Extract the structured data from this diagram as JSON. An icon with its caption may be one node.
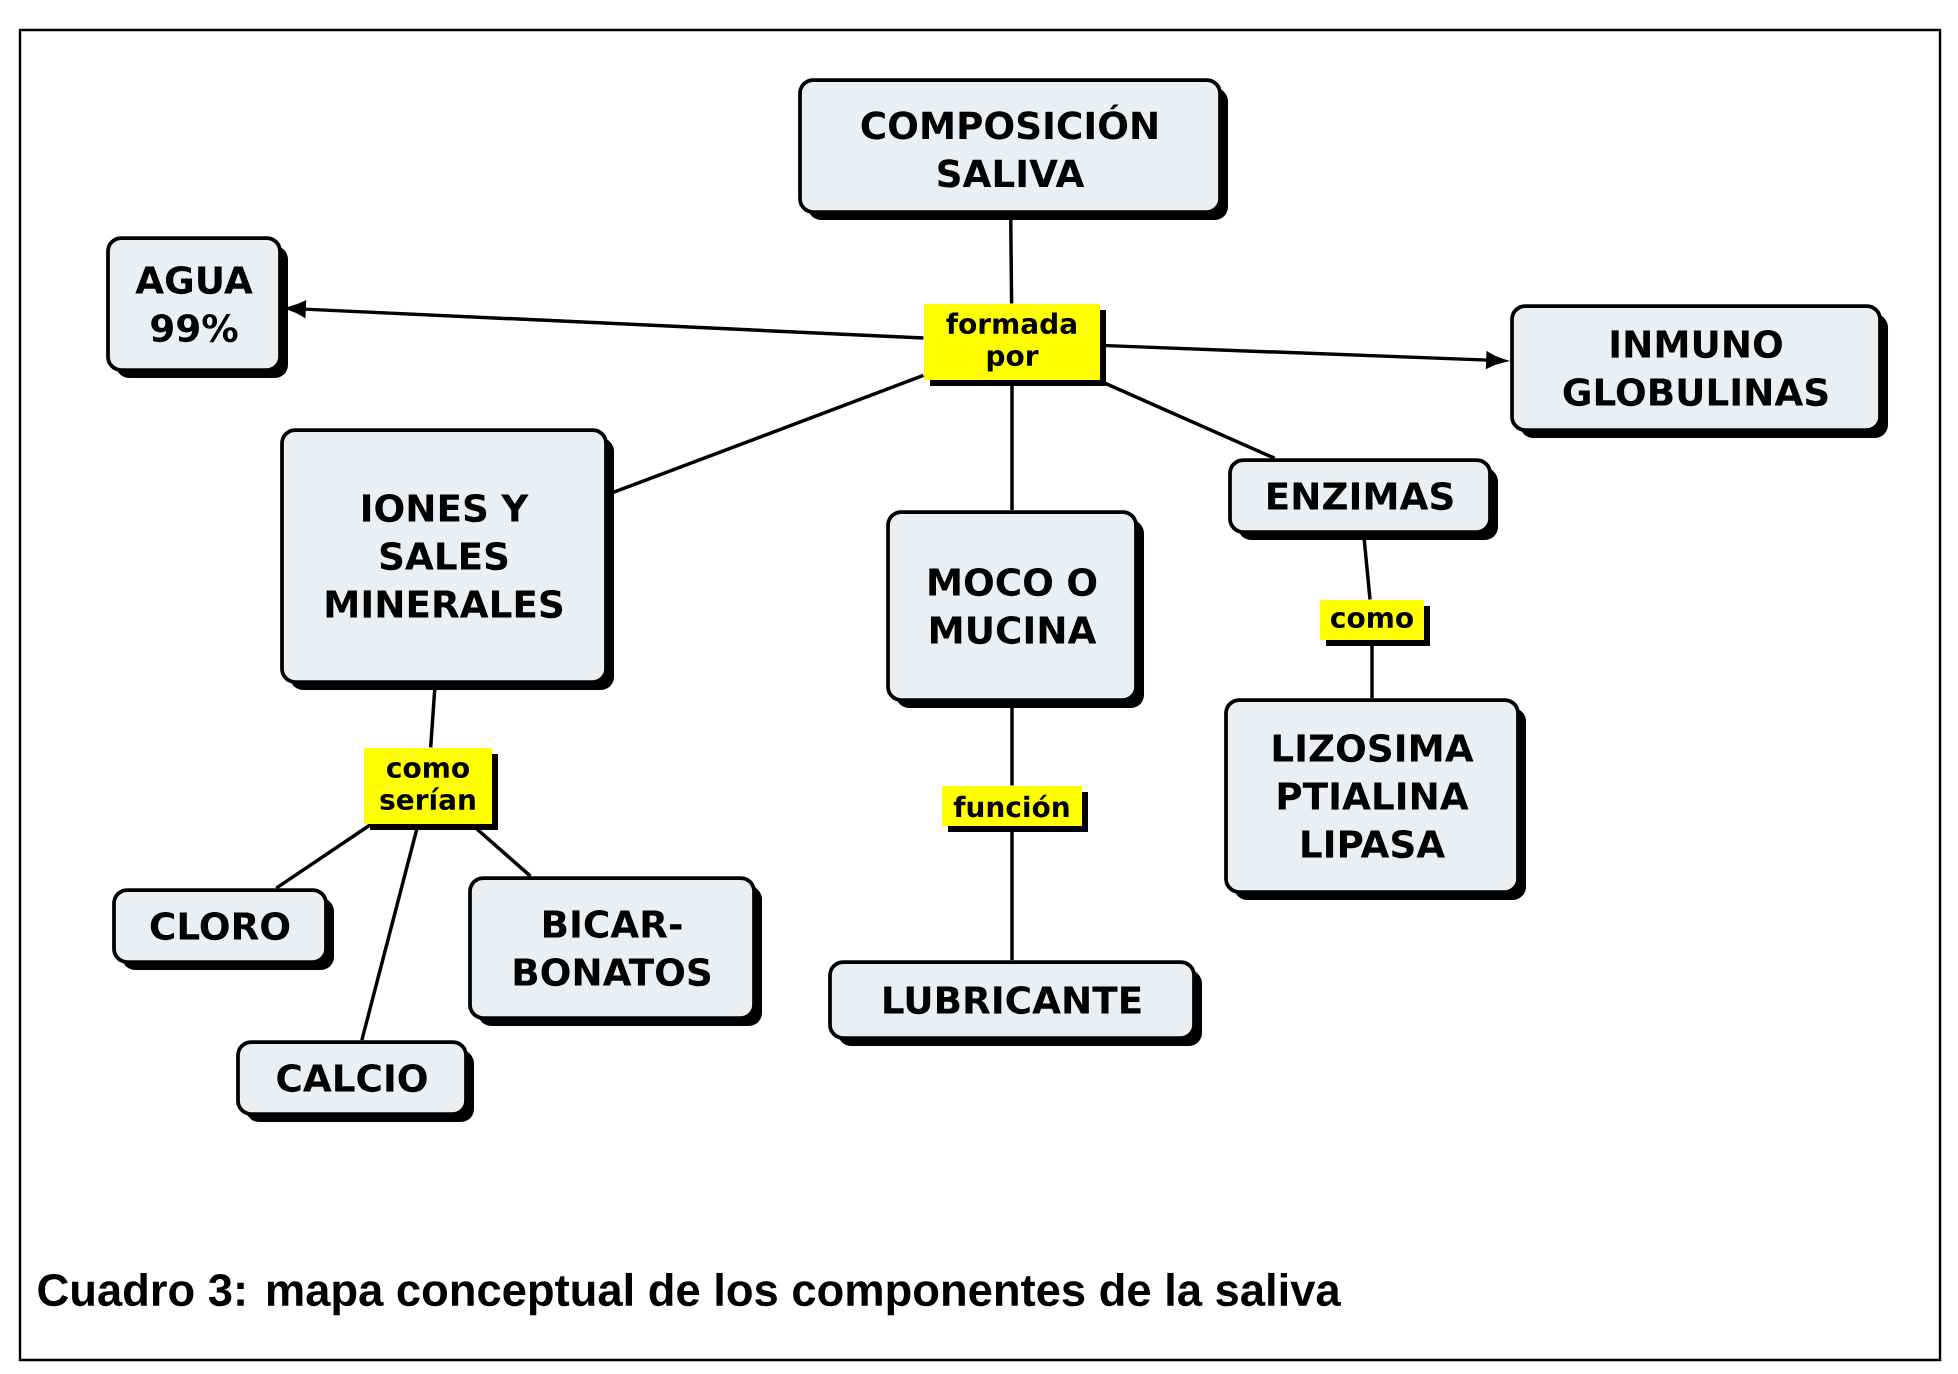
{
  "diagram": {
    "caption": "Cuadro 3: mapa conceptual de los componentes de la saliva",
    "nodes": [
      {
        "text": [
          "COMPOSICIÓN SALIVA"
        ]
      },
      {
        "text": [
          "formada por"
        ]
      },
      {
        "text": [
          "AGUA 99%"
        ]
      },
      {
        "text": [
          "INMUNO GLOBULINAS"
        ]
      },
      {
        "text": [
          "IONES Y SALES MINERALES"
        ]
      },
      {
        "text": [
          "MOCO O MUCINA"
        ]
      },
      {
        "text": [
          "ENZIMAS"
        ]
      },
      {
        "text": [
          "como serían"
        ]
      },
      {
        "text": [
          "como"
        ]
      },
      {
        "text": [
          "función"
        ]
      },
      {
        "text": [
          "CLORO"
        ]
      },
      {
        "text": [
          "BICAR- BONATOS"
        ]
      },
      {
        "text": [
          "CALCIO"
        ]
      },
      {
        "text": [
          "LIZOSIMA PTIALINA LIPASA"
        ]
      },
      {
        "text": [
          "LUBRICANTE"
        ]
      }
    ],
    "edges": [
      {
        "from": 0,
        "to": 1,
        "arrow": "none"
      },
      {
        "from": 1,
        "to": 2,
        "arrow": "to"
      },
      {
        "from": 1,
        "to": 3,
        "arrow": "to"
      },
      {
        "from": 1,
        "to": 4,
        "arrow": "none"
      },
      {
        "from": 1,
        "to": 5,
        "arrow": "none"
      },
      {
        "from": 1,
        "to": 6,
        "arrow": "none"
      },
      {
        "from": 4,
        "to": 7,
        "arrow": "none"
      },
      {
        "from": 7,
        "to": 10,
        "arrow": "none"
      },
      {
        "from": 7,
        "to": 12,
        "arrow": "none"
      },
      {
        "from": 7,
        "to": 11,
        "arrow": "none"
      },
      {
        "from": 6,
        "to": 8,
        "arrow": "none"
      },
      {
        "from": 8,
        "to": 13,
        "arrow": "none"
      },
      {
        "from": 5,
        "to": 9,
        "arrow": "none"
      },
      {
        "from": 9,
        "to": 14,
        "arrow": "none"
      }
    ]
  }
}
